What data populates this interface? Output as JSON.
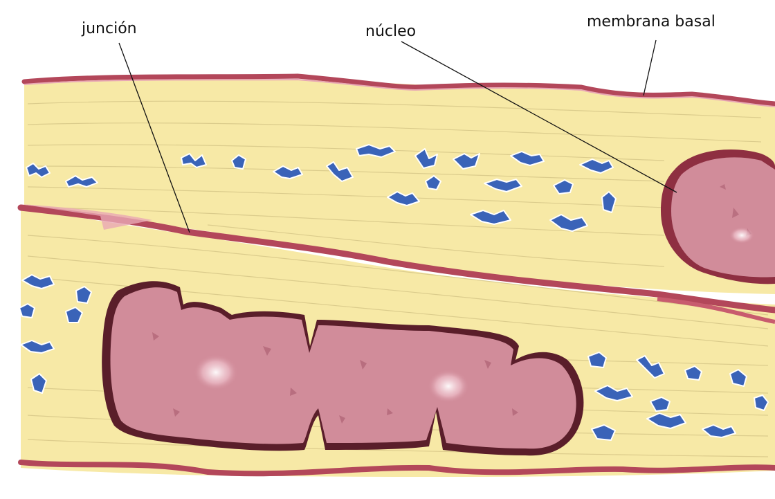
{
  "labels": {
    "junction": "junción",
    "nucleus": "núcleo",
    "basal_membrane": "membrana basal"
  },
  "colors": {
    "cytoplasm": "#f7e9a6",
    "striation": "#d9c98a",
    "membrane": "#b3475a",
    "membrane_dark": "#8e2f41",
    "nucleus_fill": "#d18c9a",
    "nucleus_rim": "#a33a4f",
    "granule": "#3a63b8",
    "leader_line": "#111111"
  },
  "icons": [
    "muscle-fiber-band",
    "nucleus-blob",
    "chromatin-granule"
  ]
}
